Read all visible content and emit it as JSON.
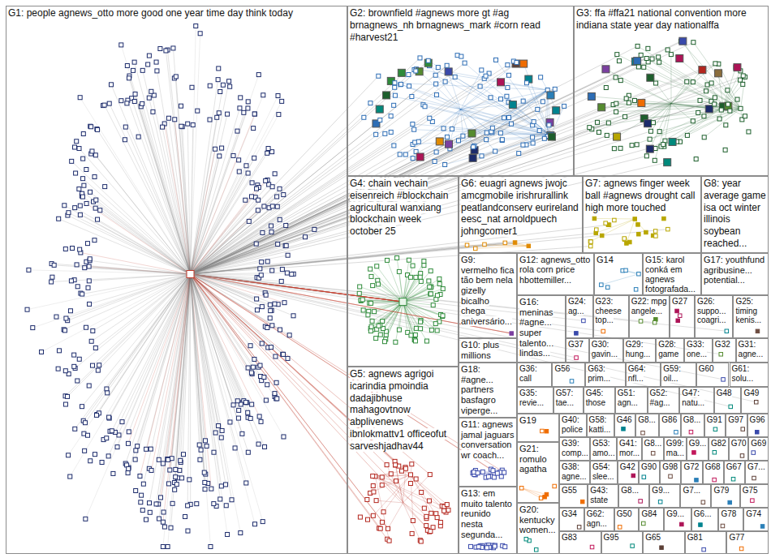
{
  "diagram": {
    "nodes": [
      {
        "text": [
          "G1: people agnews_otto more good one year time day think today"
        ]
      },
      {
        "text": [
          "G2: brownfield #agnews more gt #ag brnagnews_nh brnagnews_mark #corn read #harvest21"
        ]
      },
      {
        "text": [
          "G3: ffa #ffa21 national convention more indiana state year day nationalffa"
        ]
      },
      {
        "text": [
          "G4: chain vechain eisenreich #blockchain agricultural wanxiang blockchain week october 25"
        ]
      },
      {
        "text": [
          "G5: agnews agrigoi icarindia pmoindia dadajibhuse mahagovtnow abplivenews ibnlokmattv1 officeofut sarveshjadhav44"
        ]
      },
      {
        "text": [
          "G6: euagri agnews jwojc amcgmobile irishrurallink peatlandconserv eurireland eesc_nat arnoldpuech johngcomer1"
        ]
      },
      {
        "text": [
          "G7: agnews finger week ball #agnews drought call high more touched"
        ]
      },
      {
        "text": [
          "G8: year average game isa oct winter illinois soybean reached..."
        ]
      },
      {
        "text": [
          "G9: vermelho fica tão bem nela gizelly bicalho chega aniversário..."
        ]
      },
      {
        "text": [
          "G12: agnews_otto rola corn price hbottemiller..."
        ]
      },
      {
        "text": [
          "G14"
        ]
      },
      {
        "text": [
          "G15: karol conká em agnews fotografada..."
        ]
      },
      {
        "text": [
          "G17: youthfund agribusine... potential..."
        ]
      },
      {
        "text": [
          "G16: meninas #agne... super talento... lindas..."
        ]
      },
      {
        "text": [
          "G24: ag..."
        ]
      },
      {
        "text": [
          "G23: cheese top..."
        ]
      },
      {
        "text": [
          "G22: mpg angele..."
        ]
      },
      {
        "text": [
          "G27"
        ]
      },
      {
        "text": [
          "G26: suppo... coagri..."
        ]
      },
      {
        "text": [
          "G25: timing kenis..."
        ]
      },
      {
        "text": [
          "G10: plus millions"
        ]
      },
      {
        "text": [
          "G37"
        ]
      },
      {
        "text": [
          "G30: gavin..."
        ]
      },
      {
        "text": [
          "G29: hung..."
        ]
      },
      {
        "text": [
          "G28: game"
        ]
      },
      {
        "text": [
          "G33: one..."
        ]
      },
      {
        "text": [
          "G32"
        ]
      },
      {
        "text": [
          "G31: agne..."
        ]
      },
      {
        "text": [
          "G18: #agne... partners basfagro viperge..."
        ]
      },
      {
        "text": [
          "G36: call"
        ]
      },
      {
        "text": [
          "G56"
        ]
      },
      {
        "text": [
          "G63: prim..."
        ]
      },
      {
        "text": [
          "G64: nfl..."
        ]
      },
      {
        "text": [
          "G59: oil..."
        ]
      },
      {
        "text": [
          "G60"
        ]
      },
      {
        "text": [
          "G61: solu..."
        ]
      },
      {
        "text": [
          "G35: revie..."
        ]
      },
      {
        "text": [
          "G57: tae..."
        ]
      },
      {
        "text": [
          "G45: those"
        ]
      },
      {
        "text": [
          "G51: agn..."
        ]
      },
      {
        "text": [
          "G52: #ag..."
        ]
      },
      {
        "text": [
          "G47: natu..."
        ]
      },
      {
        "text": [
          "G48"
        ]
      },
      {
        "text": [
          "G49"
        ]
      },
      {
        "text": [
          "G11: agnews jamal jaguars conversation wr coach..."
        ]
      },
      {
        "text": [
          "G19"
        ]
      },
      {
        "text": [
          "G40: police"
        ]
      },
      {
        "text": [
          "G58: katti..."
        ]
      },
      {
        "text": [
          "G46"
        ]
      },
      {
        "text": [
          "G8..."
        ]
      },
      {
        "text": [
          "G86"
        ]
      },
      {
        "text": [
          "G8..."
        ]
      },
      {
        "text": [
          "G91"
        ]
      },
      {
        "text": [
          "G97"
        ]
      },
      {
        "text": [
          "G96"
        ]
      },
      {
        "text": [
          "G21: romulo agatha"
        ]
      },
      {
        "text": [
          "G39: comp..."
        ]
      },
      {
        "text": [
          "G53: amo..."
        ]
      },
      {
        "text": [
          "G41: mor..."
        ]
      },
      {
        "text": [
          "G8..."
        ]
      },
      {
        "text": [
          "G99: ma..."
        ]
      },
      {
        "text": [
          "G9..."
        ]
      },
      {
        "text": [
          "G82"
        ]
      },
      {
        "text": [
          "G70"
        ]
      },
      {
        "text": [
          "G69"
        ]
      },
      {
        "text": [
          "G38: agne..."
        ]
      },
      {
        "text": [
          "G54: slee..."
        ]
      },
      {
        "text": [
          "G42"
        ]
      },
      {
        "text": [
          "G90"
        ]
      },
      {
        "text": [
          "G98"
        ]
      },
      {
        "text": [
          "G72"
        ]
      },
      {
        "text": [
          "G68"
        ]
      },
      {
        "text": [
          "G67"
        ]
      },
      {
        "text": [
          "G7..."
        ]
      },
      {
        "text": [
          "G13: em muito talento reunido nesta segunda..."
        ]
      },
      {
        "text": [
          "G55"
        ]
      },
      {
        "text": [
          "G43: state"
        ]
      },
      {
        "text": [
          "G8..."
        ]
      },
      {
        "text": [
          "G9..."
        ]
      },
      {
        "text": [
          "G7..."
        ]
      },
      {
        "text": [
          "G79"
        ]
      },
      {
        "text": [
          "G75"
        ]
      },
      {
        "text": [
          "G20: kentucky women..."
        ]
      },
      {
        "text": [
          "G34"
        ]
      },
      {
        "text": [
          "G62: agn..."
        ]
      },
      {
        "text": [
          "G50"
        ]
      },
      {
        "text": [
          "G84"
        ]
      },
      {
        "text": [
          "G9..."
        ]
      },
      {
        "text": [
          "G6..."
        ]
      },
      {
        "text": [
          "G78"
        ]
      },
      {
        "text": [
          "G74"
        ]
      },
      {
        "text": [
          "G83"
        ]
      },
      {
        "text": [
          "G95"
        ]
      },
      {
        "text": [
          "G65"
        ]
      },
      {
        "text": [
          "G81"
        ]
      },
      {
        "text": [
          "G77"
        ]
      }
    ]
  }
}
